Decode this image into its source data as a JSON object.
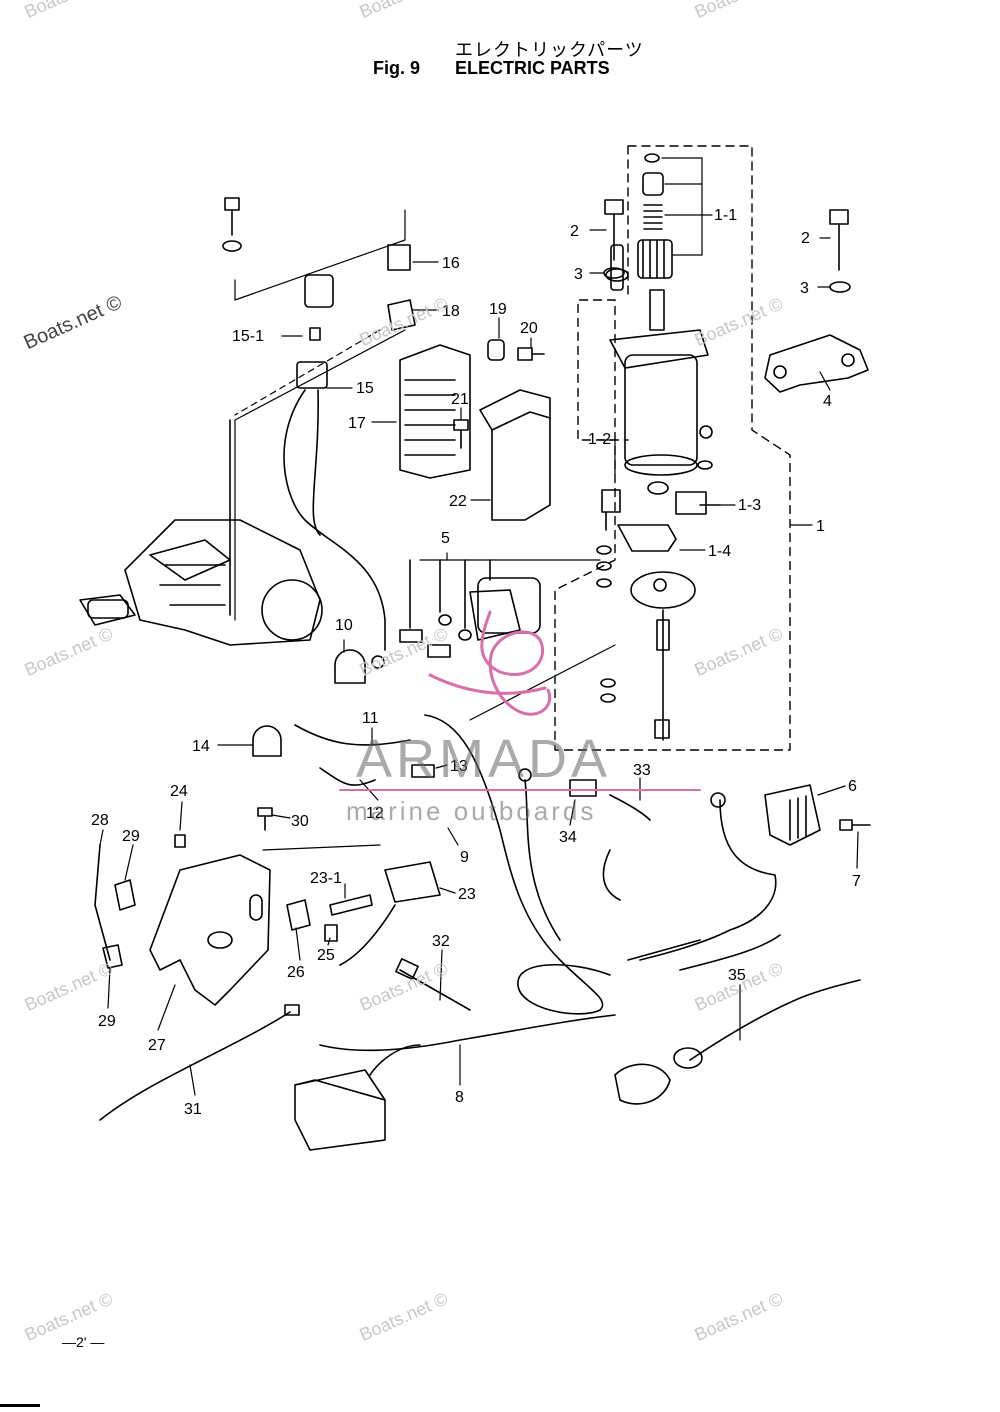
{
  "header": {
    "title_jp": "エレクトリックパーツ",
    "fig_number": "Fig. 9",
    "fig_title": "ELECTRIC PARTS"
  },
  "page_number": "—2' —",
  "watermarks": [
    "Boats.net ©",
    "Boats.net ©",
    "Boats.net ©",
    "Boats.net ©",
    "Boats.net ©",
    "Boats.net ©",
    "Boats.net ©",
    "Boats.net ©",
    "Boats.net ©",
    "Boats.net ©",
    "Boats.net ©",
    "Boats.net ©",
    "Boats.net ©",
    "Boats.net ©",
    "Boats.net ©"
  ],
  "brand": {
    "name": "ARMADA",
    "subtitle": "marine outboards",
    "accent_color": "#d86fa8"
  },
  "callouts": [
    "1",
    "1-1",
    "1-2",
    "1-3",
    "1-4",
    "2",
    "2",
    "3",
    "3",
    "4",
    "5",
    "6",
    "7",
    "8",
    "9",
    "10",
    "11",
    "12",
    "13",
    "14",
    "15",
    "15-1",
    "16",
    "17",
    "18",
    "19",
    "20",
    "21",
    "22",
    "23",
    "23-1",
    "24",
    "25",
    "26",
    "27",
    "28",
    "29",
    "29",
    "30",
    "31",
    "32",
    "33",
    "34",
    "35"
  ],
  "colors": {
    "line": "#000000",
    "watermark": "#c7c7c7",
    "background": "#ffffff"
  }
}
